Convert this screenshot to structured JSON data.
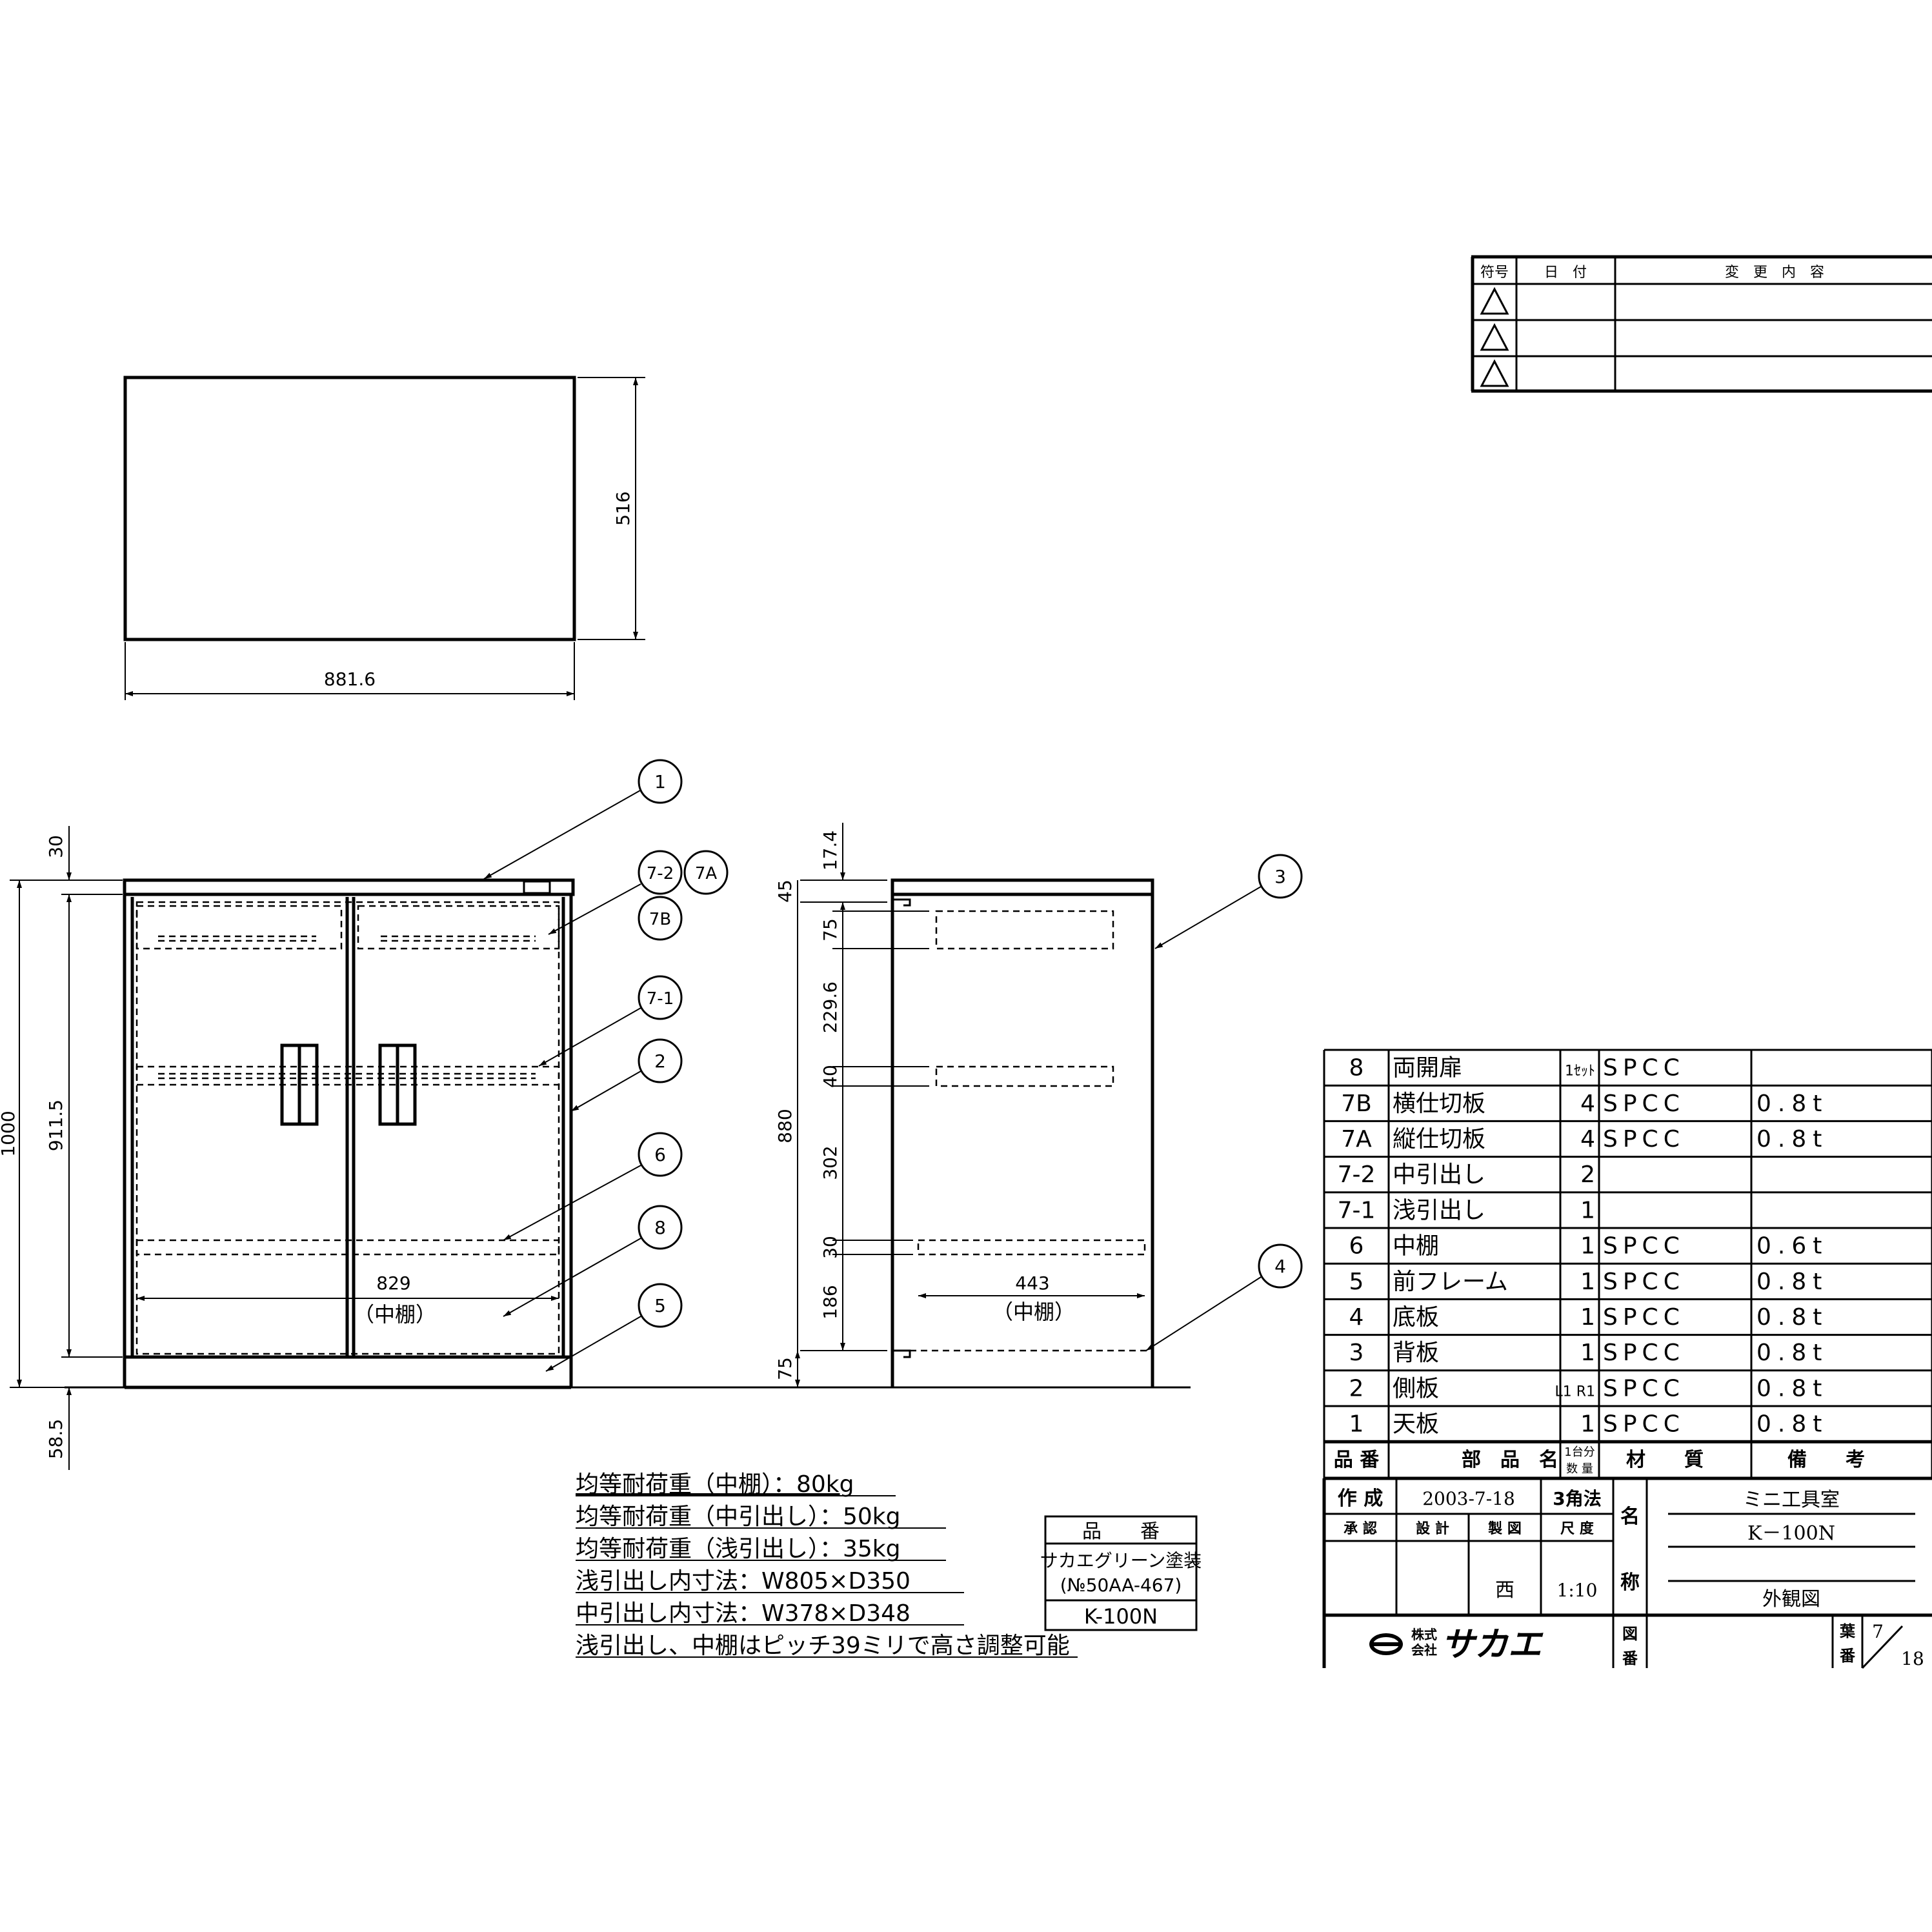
{
  "revision_table": {
    "headers": [
      "符号",
      "日　付",
      "変　更　内　容"
    ],
    "rows": [
      "",
      "",
      ""
    ]
  },
  "top_view": {
    "width_dim": "881.6",
    "depth_dim": "516"
  },
  "front_view": {
    "dims": {
      "top": "30",
      "total_height": "1000",
      "inner_height": "911.5",
      "bottom": "58.5",
      "shelf_width": "829"
    },
    "shelf_label": "（中棚）",
    "balloons": [
      "1",
      "7-2",
      "7A",
      "7B",
      "7-1",
      "2",
      "6",
      "8",
      "5"
    ]
  },
  "side_view": {
    "dims": {
      "a": "17.4",
      "b": "45",
      "c": "75",
      "d": "229.6",
      "e": "40",
      "f": "880",
      "g": "302",
      "h": "30",
      "i": "186",
      "j": "75",
      "shelf_depth": "443"
    },
    "shelf_label": "（中棚）",
    "balloons": [
      "3",
      "4"
    ]
  },
  "notes": [
    "均等耐荷重（中棚）：80kg",
    "均等耐荷重（中引出し）：50kg",
    "均等耐荷重（浅引出し）：35kg",
    "浅引出し内寸法：W805×D350",
    "中引出し内寸法：W378×D348",
    "浅引出し、中棚はピッチ39ミリで高さ調整可能"
  ],
  "product_box": {
    "header": "品　　番",
    "paint_line1": "サカエグリーン塗装",
    "paint_line2": "(№50AA-467)",
    "code": "K-100N"
  },
  "parts_list": {
    "headers": [
      "品 番",
      "部　品　名",
      "1台分\n数 量",
      "材　　質",
      "備　　考"
    ],
    "qty_header_line1": "1台分",
    "qty_header_line2": "数 量",
    "rows": [
      {
        "no": "8",
        "name": "両開扉",
        "qty": "1ｾｯﾄ",
        "mat": "SPCC",
        "note": ""
      },
      {
        "no": "7B",
        "name": "横仕切板",
        "qty": "4",
        "mat": "SPCC",
        "note": "0.8t"
      },
      {
        "no": "7A",
        "name": "縦仕切板",
        "qty": "4",
        "mat": "SPCC",
        "note": "0.8t"
      },
      {
        "no": "7-2",
        "name": "中引出し",
        "qty": "2",
        "mat": "",
        "note": ""
      },
      {
        "no": "7-1",
        "name": "浅引出し",
        "qty": "1",
        "mat": "",
        "note": ""
      },
      {
        "no": "6",
        "name": "中棚",
        "qty": "1",
        "mat": "SPCC",
        "note": "0.6t"
      },
      {
        "no": "5",
        "name": "前フレーム",
        "qty": "1",
        "mat": "SPCC",
        "note": "0.8t"
      },
      {
        "no": "4",
        "name": "底板",
        "qty": "1",
        "mat": "SPCC",
        "note": "0.8t"
      },
      {
        "no": "3",
        "name": "背板",
        "qty": "1",
        "mat": "SPCC",
        "note": "0.8t"
      },
      {
        "no": "2",
        "name": "側板",
        "qty": "L1 R1",
        "mat": "SPCC",
        "note": "0.8t"
      },
      {
        "no": "1",
        "name": "天板",
        "qty": "1",
        "mat": "SPCC",
        "note": "0.8t"
      }
    ]
  },
  "title_block": {
    "made_label": "作 成",
    "date": "2003-7-18",
    "projection": "3角法",
    "approve": "承 認",
    "design": "設 計",
    "draw": "製 図",
    "scale_label": "尺 度",
    "drawer_name": "西",
    "scale": "1:10",
    "name_label_1": "名",
    "name_label_2": "称",
    "name_line1": "ミニ工具室",
    "name_line2": "K－100N",
    "name_line3": "外観図",
    "company_prefix_1": "株式",
    "company_prefix_2": "会社",
    "company": "サカエ",
    "dwg_label_1": "図",
    "dwg_label_2": "番",
    "sheet_label_1": "葉",
    "sheet_label_2": "番",
    "sheet_no": "7",
    "sheet_total": "18"
  }
}
